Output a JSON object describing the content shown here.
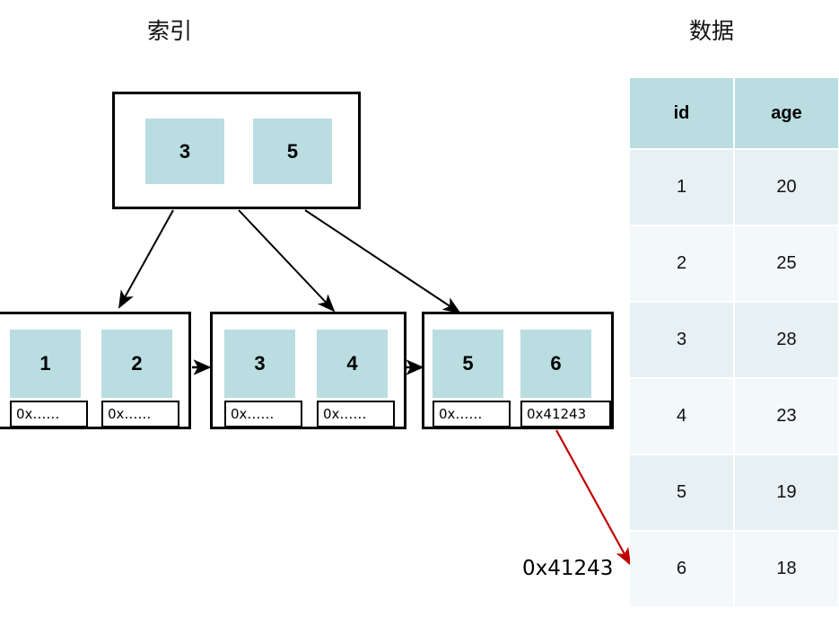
{
  "diagram": {
    "index_title": "索引",
    "data_title": "数据",
    "pointer_label": "0x41243"
  },
  "root_node": {
    "keys": [
      "3",
      "5"
    ]
  },
  "leaf_nodes": [
    {
      "cells": [
        {
          "key": "1",
          "pointer": "0x……"
        },
        {
          "key": "2",
          "pointer": "0x……"
        }
      ]
    },
    {
      "cells": [
        {
          "key": "3",
          "pointer": "0x……"
        },
        {
          "key": "4",
          "pointer": "0x……"
        }
      ]
    },
    {
      "cells": [
        {
          "key": "5",
          "pointer": "0x……"
        },
        {
          "key": "6",
          "pointer": "0x41243"
        }
      ]
    }
  ],
  "data_table": {
    "columns": [
      "id",
      "age"
    ],
    "rows": [
      {
        "id": "1",
        "age": "20"
      },
      {
        "id": "2",
        "age": "25"
      },
      {
        "id": "3",
        "age": "28"
      },
      {
        "id": "4",
        "age": "23"
      },
      {
        "id": "5",
        "age": "19"
      },
      {
        "id": "6",
        "age": "18"
      }
    ]
  },
  "colors": {
    "key_block": "#b9dde1",
    "table_header": "#b9dde1",
    "row_odd": "#e7f1f3",
    "row_even": "#f3f8fa",
    "stroke": "#000000",
    "pointer_arrow": "#c00000"
  }
}
